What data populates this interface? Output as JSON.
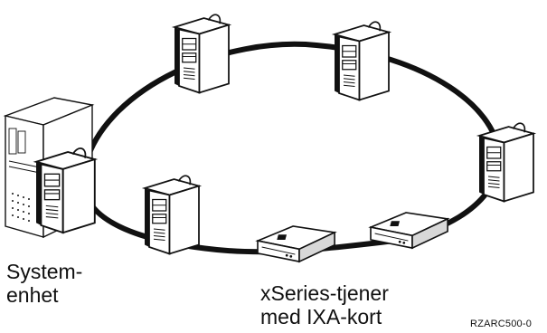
{
  "diagram": {
    "labels": {
      "system_unit_line1": "System-",
      "system_unit_line2": "enhet",
      "xseries_line1": "xSeries-tjener",
      "xseries_line2": "med IXA-kort",
      "figure_id": "RZARC500-0"
    },
    "nodes": [
      {
        "kind": "system-unit"
      },
      {
        "kind": "tower-server"
      },
      {
        "kind": "tower-server"
      },
      {
        "kind": "tower-server"
      },
      {
        "kind": "tower-server"
      },
      {
        "kind": "xseries-rack-server"
      },
      {
        "kind": "xseries-rack-server"
      }
    ],
    "colors": {
      "line": "#111111",
      "fill": "#ffffff",
      "shade": "#d8d8d8"
    }
  }
}
